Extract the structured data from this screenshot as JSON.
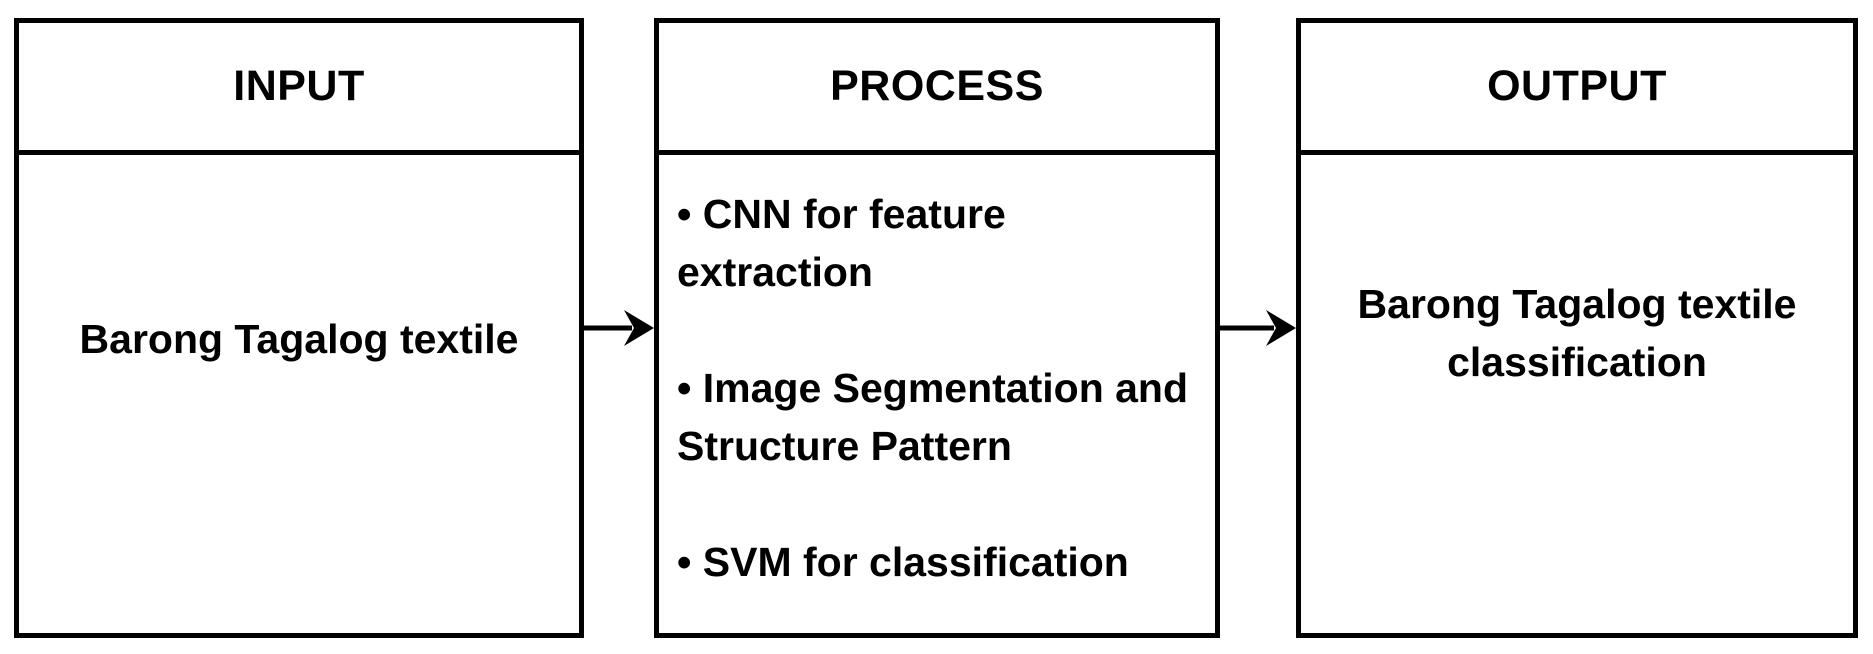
{
  "input": {
    "header": "INPUT",
    "body": "Barong Tagalog textile"
  },
  "process": {
    "header": "PROCESS",
    "bullet": "•",
    "items": [
      "CNN for feature extraction",
      "Image Segmentation and Structure Pattern",
      "SVM for classification"
    ]
  },
  "output": {
    "header": "OUTPUT",
    "body": "Barong Tagalog textile classification"
  },
  "colors": {
    "stroke": "#000000",
    "background": "#ffffff"
  }
}
